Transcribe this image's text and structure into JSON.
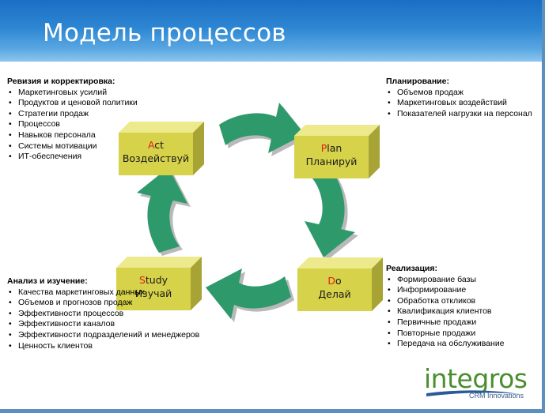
{
  "slide": {
    "title": "Модель процессов"
  },
  "steps": {
    "act": {
      "letter": "A",
      "rest": "ct",
      "ru": "Воздействуй"
    },
    "plan": {
      "letter": "P",
      "rest": "lan",
      "ru": "Планируй"
    },
    "do": {
      "letter": "D",
      "rest": "o",
      "ru": "Делай"
    },
    "study": {
      "letter": "S",
      "rest": "tudy",
      "ru": "Изучай"
    }
  },
  "blocks": {
    "revision": {
      "heading": "Ревизия и корректировка:",
      "items": [
        "Маркетинговых усилий",
        "Продуктов и ценовой политики",
        "Стратегии продаж",
        "Процессов",
        "Навыков персонала",
        "Системы мотивации",
        "ИТ-обеспечения"
      ]
    },
    "planning": {
      "heading": "Планирование:",
      "items": [
        "Объемов продаж",
        "Маркетинговых воздействий",
        "Показателей нагрузки на персонал"
      ]
    },
    "implementation": {
      "heading": "Реализация:",
      "items": [
        "Формирование базы",
        "Информирование",
        "Обработка откликов",
        "Квалификация клиентов",
        "Первичные продажи",
        "Повторные продажи",
        "Передача на обслуживание"
      ]
    },
    "analysis": {
      "heading": "Анализ и изучение:",
      "items": [
        "Качества маркетинговых данных",
        "Объемов и прогнозов продаж",
        "Эффективности процессов",
        "Эффективности каналов",
        "Эффективности подразделений и менеджеров",
        "Ценность клиентов"
      ]
    }
  },
  "logo": {
    "word": "integros",
    "tagline": "CRM Innovations"
  },
  "colors": {
    "header": "#2d86d2",
    "arrow": "#2e9a6c",
    "box_front": "#d6d24a",
    "box_top": "#ecea8c",
    "box_side": "#a7a335",
    "step_letter": "#e0201a",
    "logo_green": "#4a8e30",
    "logo_blue": "#2a5a9a"
  }
}
